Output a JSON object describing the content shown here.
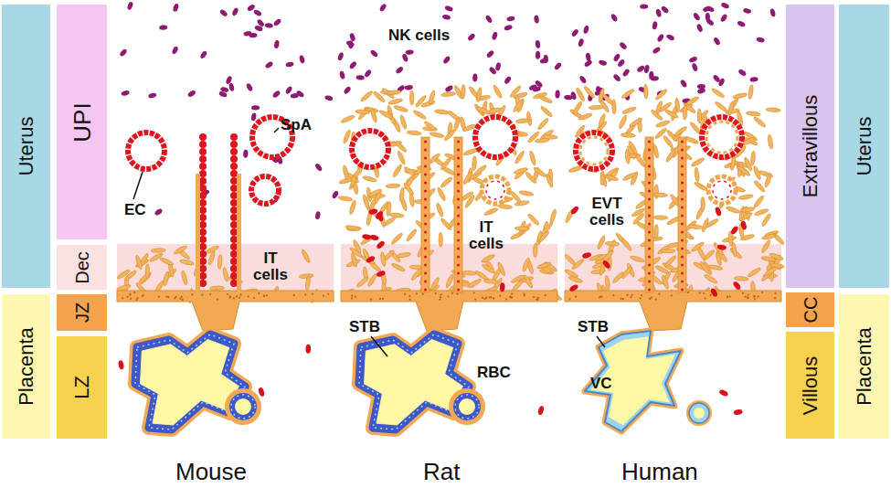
{
  "diagram": {
    "nodes": [
      {
        "text": [
          "Uterus"
        ]
      },
      {
        "text": [
          "UPI"
        ]
      },
      {
        "text": [
          "Dec"
        ]
      },
      {
        "text": [
          "Placenta"
        ]
      },
      {
        "text": [
          "JZ"
        ]
      },
      {
        "text": [
          "LZ"
        ]
      },
      {
        "text": [
          "Extravillous"
        ]
      },
      {
        "text": [
          "Uterus"
        ]
      },
      {
        "text": [
          "CC"
        ]
      },
      {
        "text": [
          "Villous"
        ]
      },
      {
        "text": [
          "Placenta"
        ]
      }
    ],
    "labels": [
      "NK cells",
      "SpA",
      "EC",
      "IT cells",
      "EVT cells",
      "IT cells",
      "STB",
      "STB",
      "RBC",
      "VC",
      "Mouse",
      "Rat",
      "Human"
    ]
  }
}
